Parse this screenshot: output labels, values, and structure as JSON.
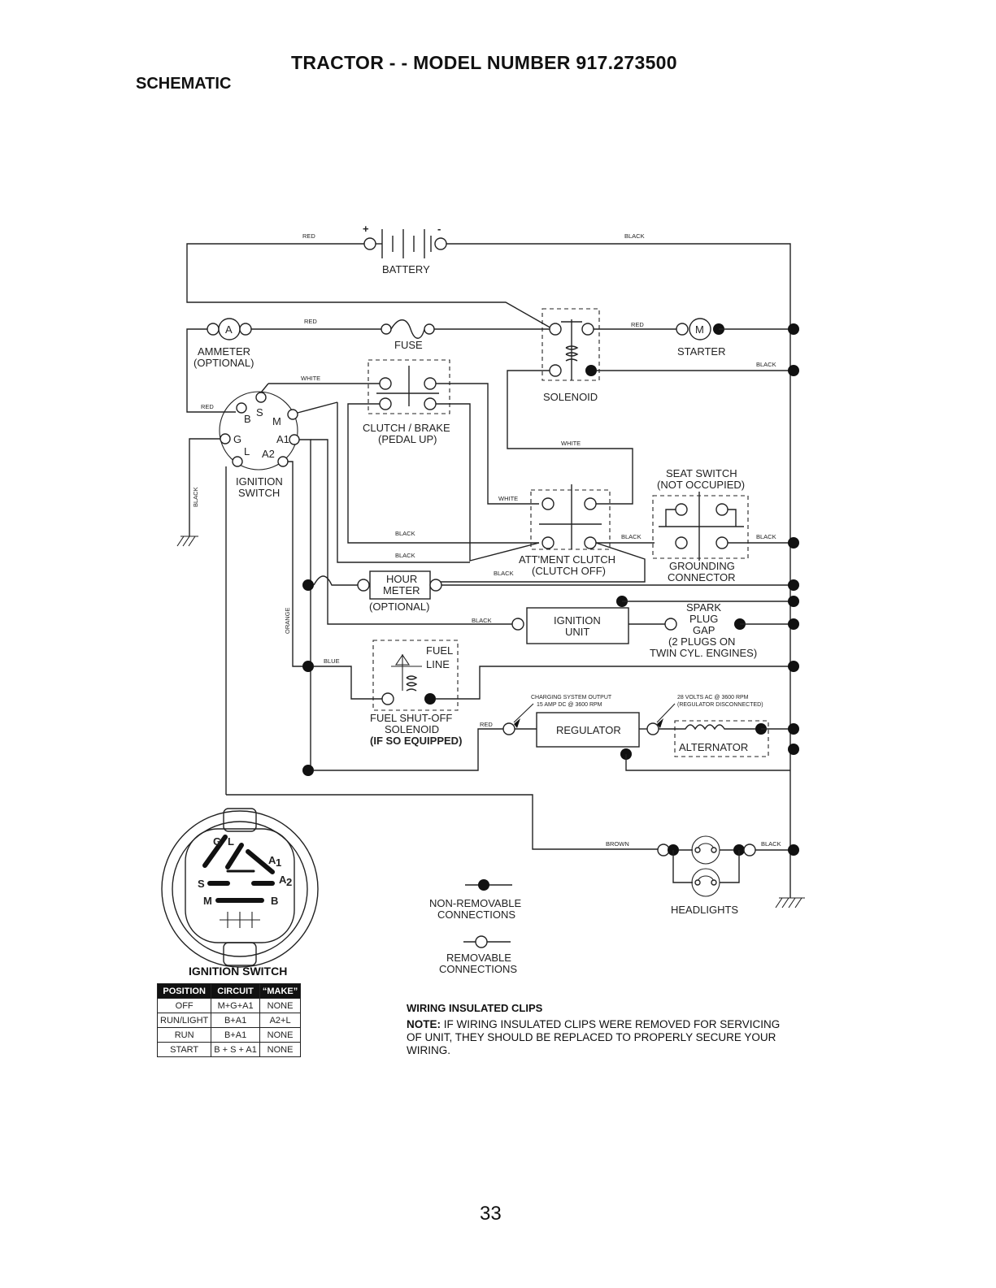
{
  "header": {
    "title": "TRACTOR - - MODEL NUMBER 917.273500",
    "section": "SCHEMATIC"
  },
  "page_number": "33",
  "components": {
    "battery": "BATTERY",
    "battery_plus": "+",
    "battery_minus": "-",
    "ammeter_symbol": "A",
    "ammeter_line1": "AMMETER",
    "ammeter_line2": "(OPTIONAL)",
    "fuse": "FUSE",
    "solenoid": "SOLENOID",
    "starter_symbol": "M",
    "starter": "STARTER",
    "clutch_brake_line1": "CLUTCH / BRAKE",
    "clutch_brake_line2": "(PEDAL UP)",
    "ignition_switch_line1": "IGNITION",
    "ignition_switch_line2": "SWITCH",
    "seat_switch_line1": "SEAT SWITCH",
    "seat_switch_line2": "(NOT OCCUPIED)",
    "attment_clutch_line1": "ATT'MENT CLUTCH",
    "attment_clutch_line2": "(CLUTCH OFF)",
    "grounding_line1": "GROUNDING",
    "grounding_line2": "CONNECTOR",
    "hour_meter_line1": "HOUR",
    "hour_meter_line2": "METER",
    "hour_meter_line3": "(OPTIONAL)",
    "ignition_unit_line1": "IGNITION",
    "ignition_unit_line2": "UNIT",
    "spark_line1": "SPARK",
    "spark_line2": "PLUG",
    "spark_line3": "GAP",
    "spark_line4": "(2 PLUGS ON",
    "spark_line5": "TWIN CYL. ENGINES)",
    "fuel_line1": "FUEL",
    "fuel_line2": "LINE",
    "fuel_solenoid_line1": "FUEL SHUT-OFF",
    "fuel_solenoid_line2": "SOLENOID",
    "fuel_solenoid_line3": "(IF SO EQUIPPED)",
    "charging_line1": "CHARGING SYSTEM OUTPUT",
    "charging_line2": "15 AMP DC @ 3600 RPM",
    "ac_line1": "28 VOLTS AC @ 3600 RPM",
    "ac_line2": "(REGULATOR DISCONNECTED)",
    "regulator": "REGULATOR",
    "alternator": "ALTERNATOR",
    "headlights": "HEADLIGHTS",
    "switch_terminals": {
      "b": "B",
      "s": "S",
      "m": "M",
      "g": "G",
      "a1": "A1",
      "l": "L",
      "a2": "A2"
    }
  },
  "wire_colors": {
    "red": "RED",
    "black": "BLACK",
    "white": "WHITE",
    "orange": "ORANGE",
    "blue": "BLUE",
    "brown": "BROWN"
  },
  "legend": {
    "non_removable_line1": "NON-REMOVABLE",
    "non_removable_line2": "CONNECTIONS",
    "removable_line1": "REMOVABLE",
    "removable_line2": "CONNECTIONS"
  },
  "ignition_switch_face": {
    "title": "IGNITION SWITCH",
    "terminals": {
      "g": "G",
      "l": "L",
      "a1": "A",
      "a2": "A",
      "a1_sub": "1",
      "a2_sub": "2",
      "s": "S",
      "m": "M",
      "b": "B"
    }
  },
  "switch_table": {
    "headers": [
      "POSITION",
      "CIRCUIT",
      "“MAKE”"
    ],
    "rows": [
      [
        "OFF",
        "M+G+A1",
        "NONE"
      ],
      [
        "RUN/LIGHT",
        "B+A1",
        "A2+L"
      ],
      [
        "RUN",
        "B+A1",
        "NONE"
      ],
      [
        "START",
        "B + S + A1",
        "NONE"
      ]
    ]
  },
  "notes": {
    "title": "WIRING INSULATED CLIPS",
    "label": "NOTE:",
    "text": " IF WIRING INSULATED CLIPS WERE REMOVED FOR SERVICING OF UNIT, THEY SHOULD BE REPLACED TO PROPERLY SECURE YOUR WIRING."
  }
}
